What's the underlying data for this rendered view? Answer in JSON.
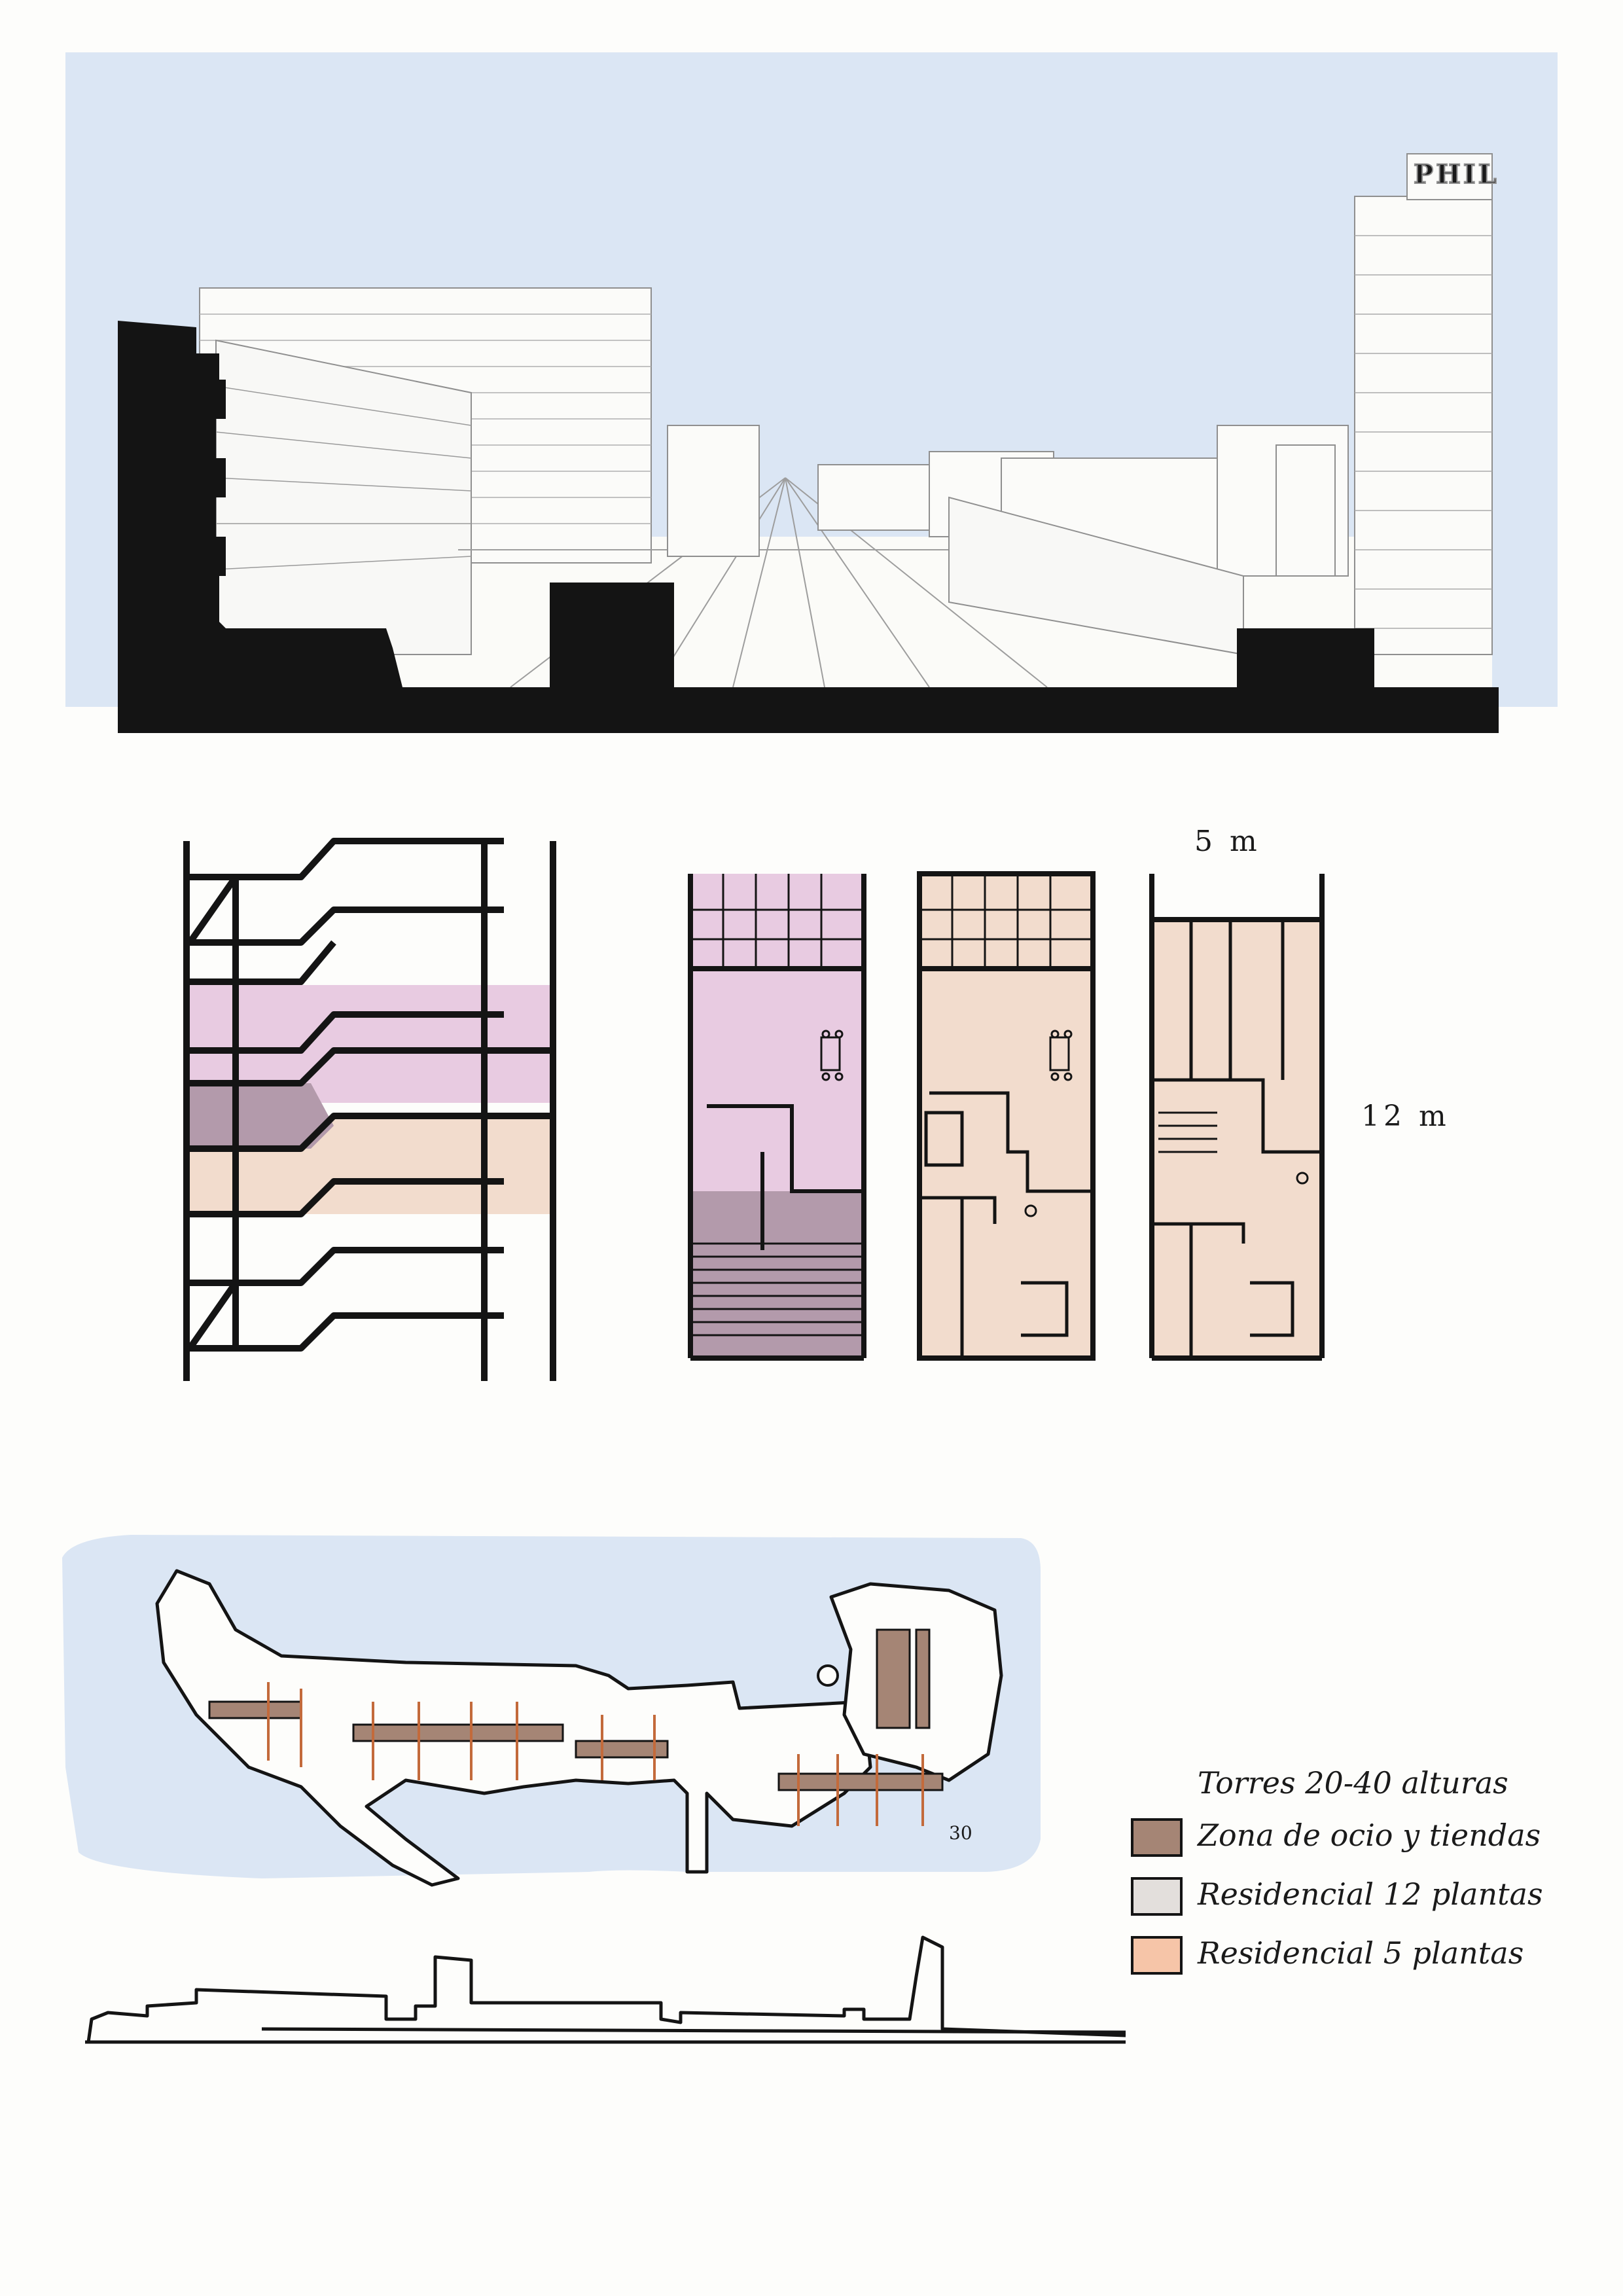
{
  "perspective": {
    "sign": "PHIL"
  },
  "plans": {
    "width_label": "5 m",
    "height_label": "12 m"
  },
  "site": {
    "plot_number": "30"
  },
  "legend": {
    "items": [
      {
        "label": "Torres 20-40 alturas",
        "swatch": ""
      },
      {
        "label": "Zona de ocio y tiendas",
        "swatch": "#a58575"
      },
      {
        "label": "Residencial 12 plantas",
        "swatch": "#e3dfdc"
      },
      {
        "label": "Residencial 5 plantas",
        "swatch": "#f6c5a8"
      }
    ]
  },
  "colors": {
    "sky": "#dbe6f4",
    "water": "#dbe6f4",
    "pink": "#e8cbe1",
    "mauve": "#b39aab",
    "peach": "#f2dccd",
    "brown": "#a58575",
    "ink": "#141414"
  }
}
